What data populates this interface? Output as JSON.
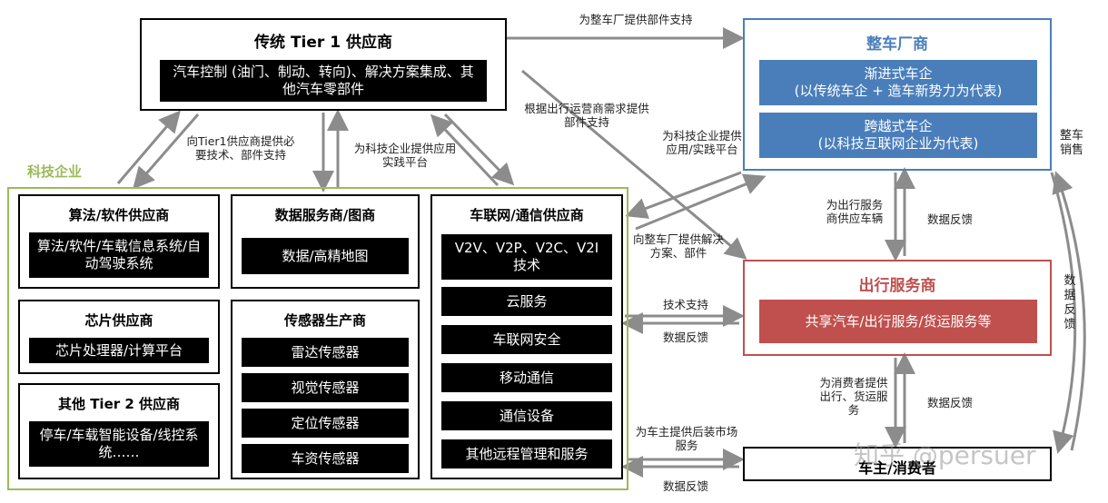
{
  "tier1": {
    "title": "传统 Tier 1 供应商",
    "desc": "汽车控制 (油门、制动、转向)、解决方案集成、其他汽车零部件"
  },
  "oem": {
    "title": "整车厂商",
    "item1": "渐进式车企\n(以传统车企 + 造车新势力为代表)",
    "item2": "跨越式车企\n(以科技互联网企业为代表)"
  },
  "mobility": {
    "title": "出行服务商",
    "item": "共享汽车/出行服务/货运服务等"
  },
  "consumer": {
    "title": "车主/消费者"
  },
  "tech_group": {
    "label": "科技企业"
  },
  "algo": {
    "title": "算法/软件供应商",
    "item": "算法/软件/车载信息系统/自动驾驶系统"
  },
  "chip": {
    "title": "芯片供应商",
    "item": "芯片处理器/计算平台"
  },
  "tier2": {
    "title": "其他 Tier 2 供应商",
    "item": "停车/车载智能设备/线控系统……"
  },
  "data_svc": {
    "title": "数据服务商/图商",
    "item": "数据/高精地图"
  },
  "sensor": {
    "title": "传感器生产商",
    "items": [
      "雷达传感器",
      "视觉传感器",
      "定位传感器",
      "车资传感器"
    ]
  },
  "v2x": {
    "title": "车联网/通信供应商",
    "items": [
      "V2V、V2P、V2C、V2I技术",
      "云服务",
      "车联网安全",
      "移动通信",
      "通信设备",
      "其他远程管理和服务"
    ]
  },
  "labels": {
    "tier1_to_oem": "为整车厂提供部件支持",
    "mob_to_tier1": "根据出行运营商需求提供部件支持",
    "tech_to_tier1": "向Tier1供应商提供必要技术、部件支持",
    "tier1_to_tech": "为科技企业提供应用实践平台",
    "oem_to_tech": "为科技企业提供应用/实践平台",
    "tech_to_oem": "向整车厂提供解决方案、部件",
    "tech_support": "技术支持",
    "data_feedback_1": "数据反馈",
    "oem_to_mob": "为出行服务商供应车辆",
    "data_feedback_2": "数据反馈",
    "mob_to_consumer": "为消费者提供出行、货运服务",
    "data_feedback_3": "数据反馈",
    "aftermarket": "为车主提供后装市场服务",
    "data_feedback_4": "数据反馈",
    "vehicle_sales": "整车销售",
    "data_feedback_side": "数据反馈"
  },
  "watermark": "知乎 @persuer",
  "colors": {
    "blue": "#4a7ebb",
    "red": "#c0504d",
    "green": "#9bbb59",
    "arrow": "#8c8c8c"
  }
}
